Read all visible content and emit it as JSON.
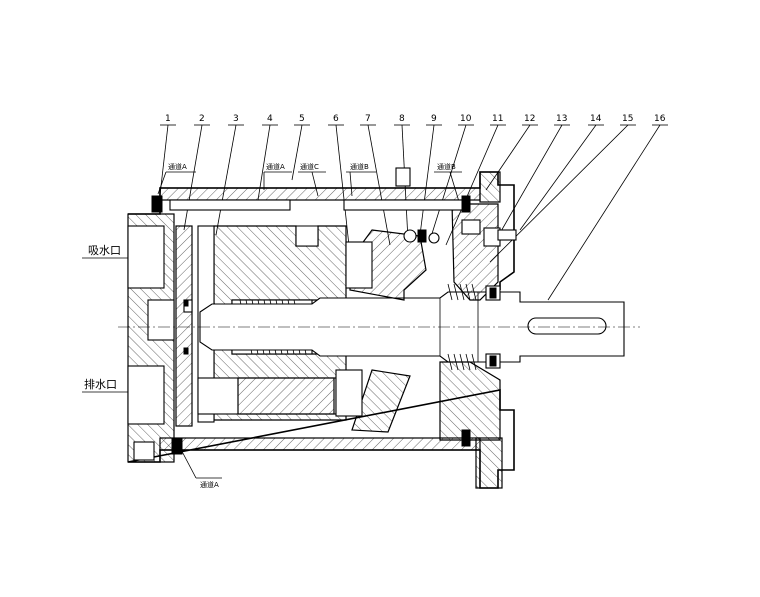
{
  "part_numbers": [
    "1",
    "2",
    "3",
    "4",
    "5",
    "6",
    "7",
    "8",
    "9",
    "10",
    "11",
    "12",
    "13",
    "14",
    "15",
    "16"
  ],
  "labels": {
    "suction_port": "吸水口",
    "discharge_port": "排水口",
    "vent_a_top": "通道A",
    "vent_a2": "通道A",
    "vent_c": "通道C",
    "vent_b": "通道B",
    "vent_b2": "通道B",
    "vent_a_bottom": "通道A"
  }
}
